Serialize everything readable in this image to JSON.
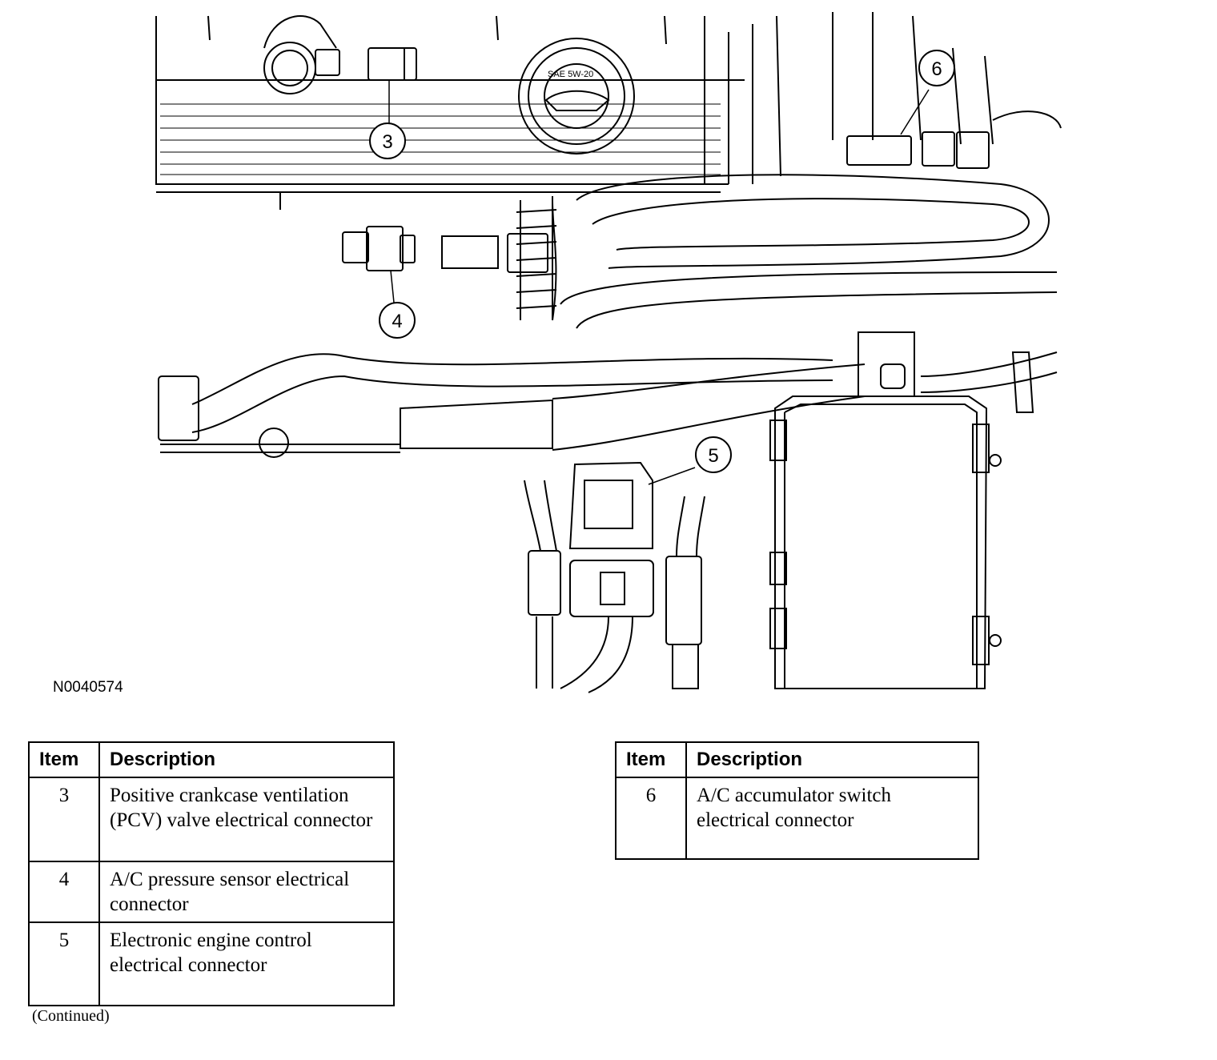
{
  "figure": {
    "id": "N0040574",
    "cap_text": "SAE 5W-20",
    "callouts": [
      "3",
      "4",
      "5",
      "6"
    ]
  },
  "legend_left": {
    "header_item": "Item",
    "header_description": "Description",
    "rows": [
      {
        "item": "3",
        "description": "Positive crankcase ventilation (PCV) valve electrical connector"
      },
      {
        "item": "4",
        "description": "A/C pressure sensor electrical connector"
      },
      {
        "item": "5",
        "description": "Electronic engine control electrical connector"
      }
    ]
  },
  "legend_right": {
    "header_item": "Item",
    "header_description": "Description",
    "rows": [
      {
        "item": "6",
        "description": "A/C accumulator switch electrical connector"
      }
    ]
  },
  "footer": {
    "continued": "(Continued)"
  }
}
